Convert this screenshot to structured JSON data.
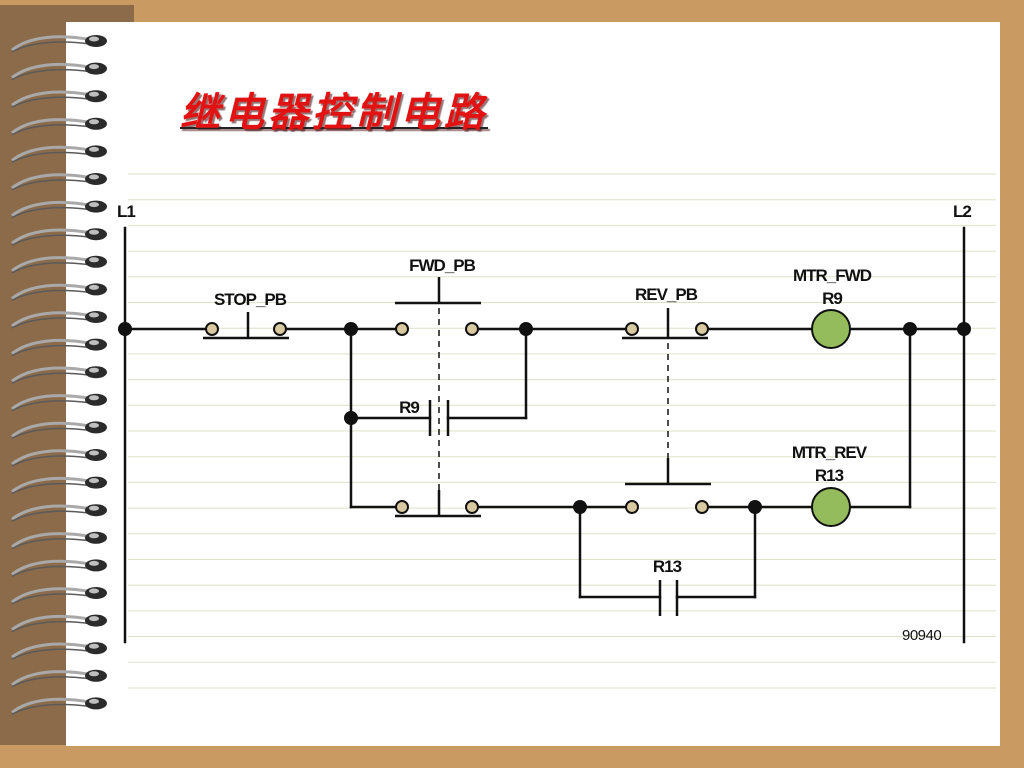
{
  "title": "继电器控制电路",
  "diagram": {
    "rail_left": "L1",
    "rail_right": "L2",
    "stop_pb": "STOP_PB",
    "fwd_pb": "FWD_PB",
    "rev_pb": "REV_PB",
    "coil_fwd": {
      "name": "MTR_FWD",
      "relay": "R9"
    },
    "coil_rev": {
      "name": "MTR_REV",
      "relay": "R13"
    },
    "contact_r9": "R9",
    "contact_r13": "R13",
    "figure_code": "90940"
  },
  "colors": {
    "title": "#e21212",
    "coil_fill": "#94bb5c",
    "terminal_fill": "#d9c9a0",
    "wire": "#111111",
    "page_border": "#c99a62",
    "spine": "#8c6b4a",
    "ruled_line": "#dfe0c8"
  }
}
